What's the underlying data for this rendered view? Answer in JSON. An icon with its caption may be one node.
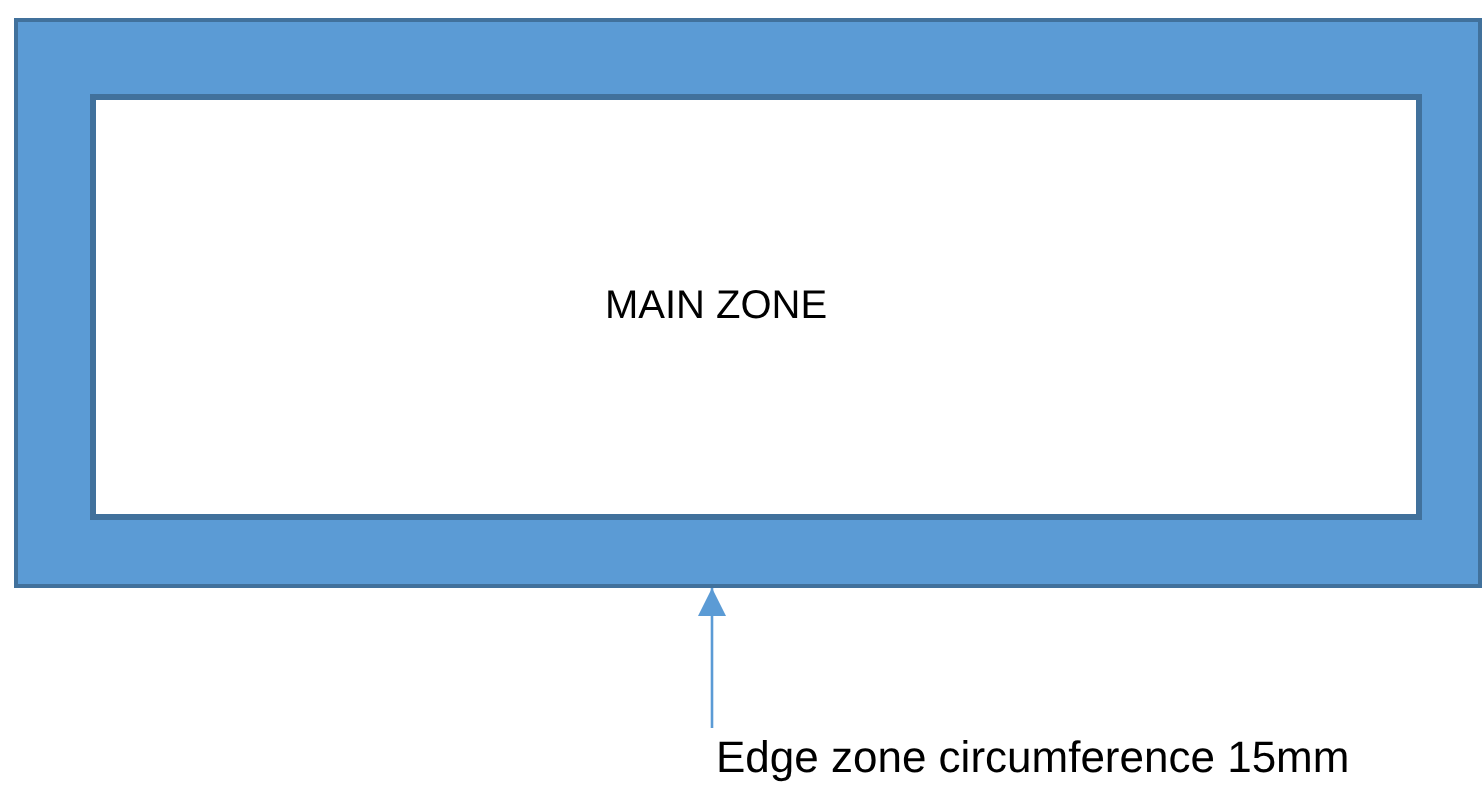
{
  "diagram": {
    "nodes": [
      {
        "text": [],
        "shape": "box"
      },
      {
        "text": [
          "MAIN ZONE"
        ],
        "in": 0
      },
      {
        "text": [
          "Edge zone circumference 15mm"
        ]
      }
    ],
    "edges": [
      {
        "from": 2,
        "to": 0,
        "arrow": "to"
      }
    ]
  }
}
